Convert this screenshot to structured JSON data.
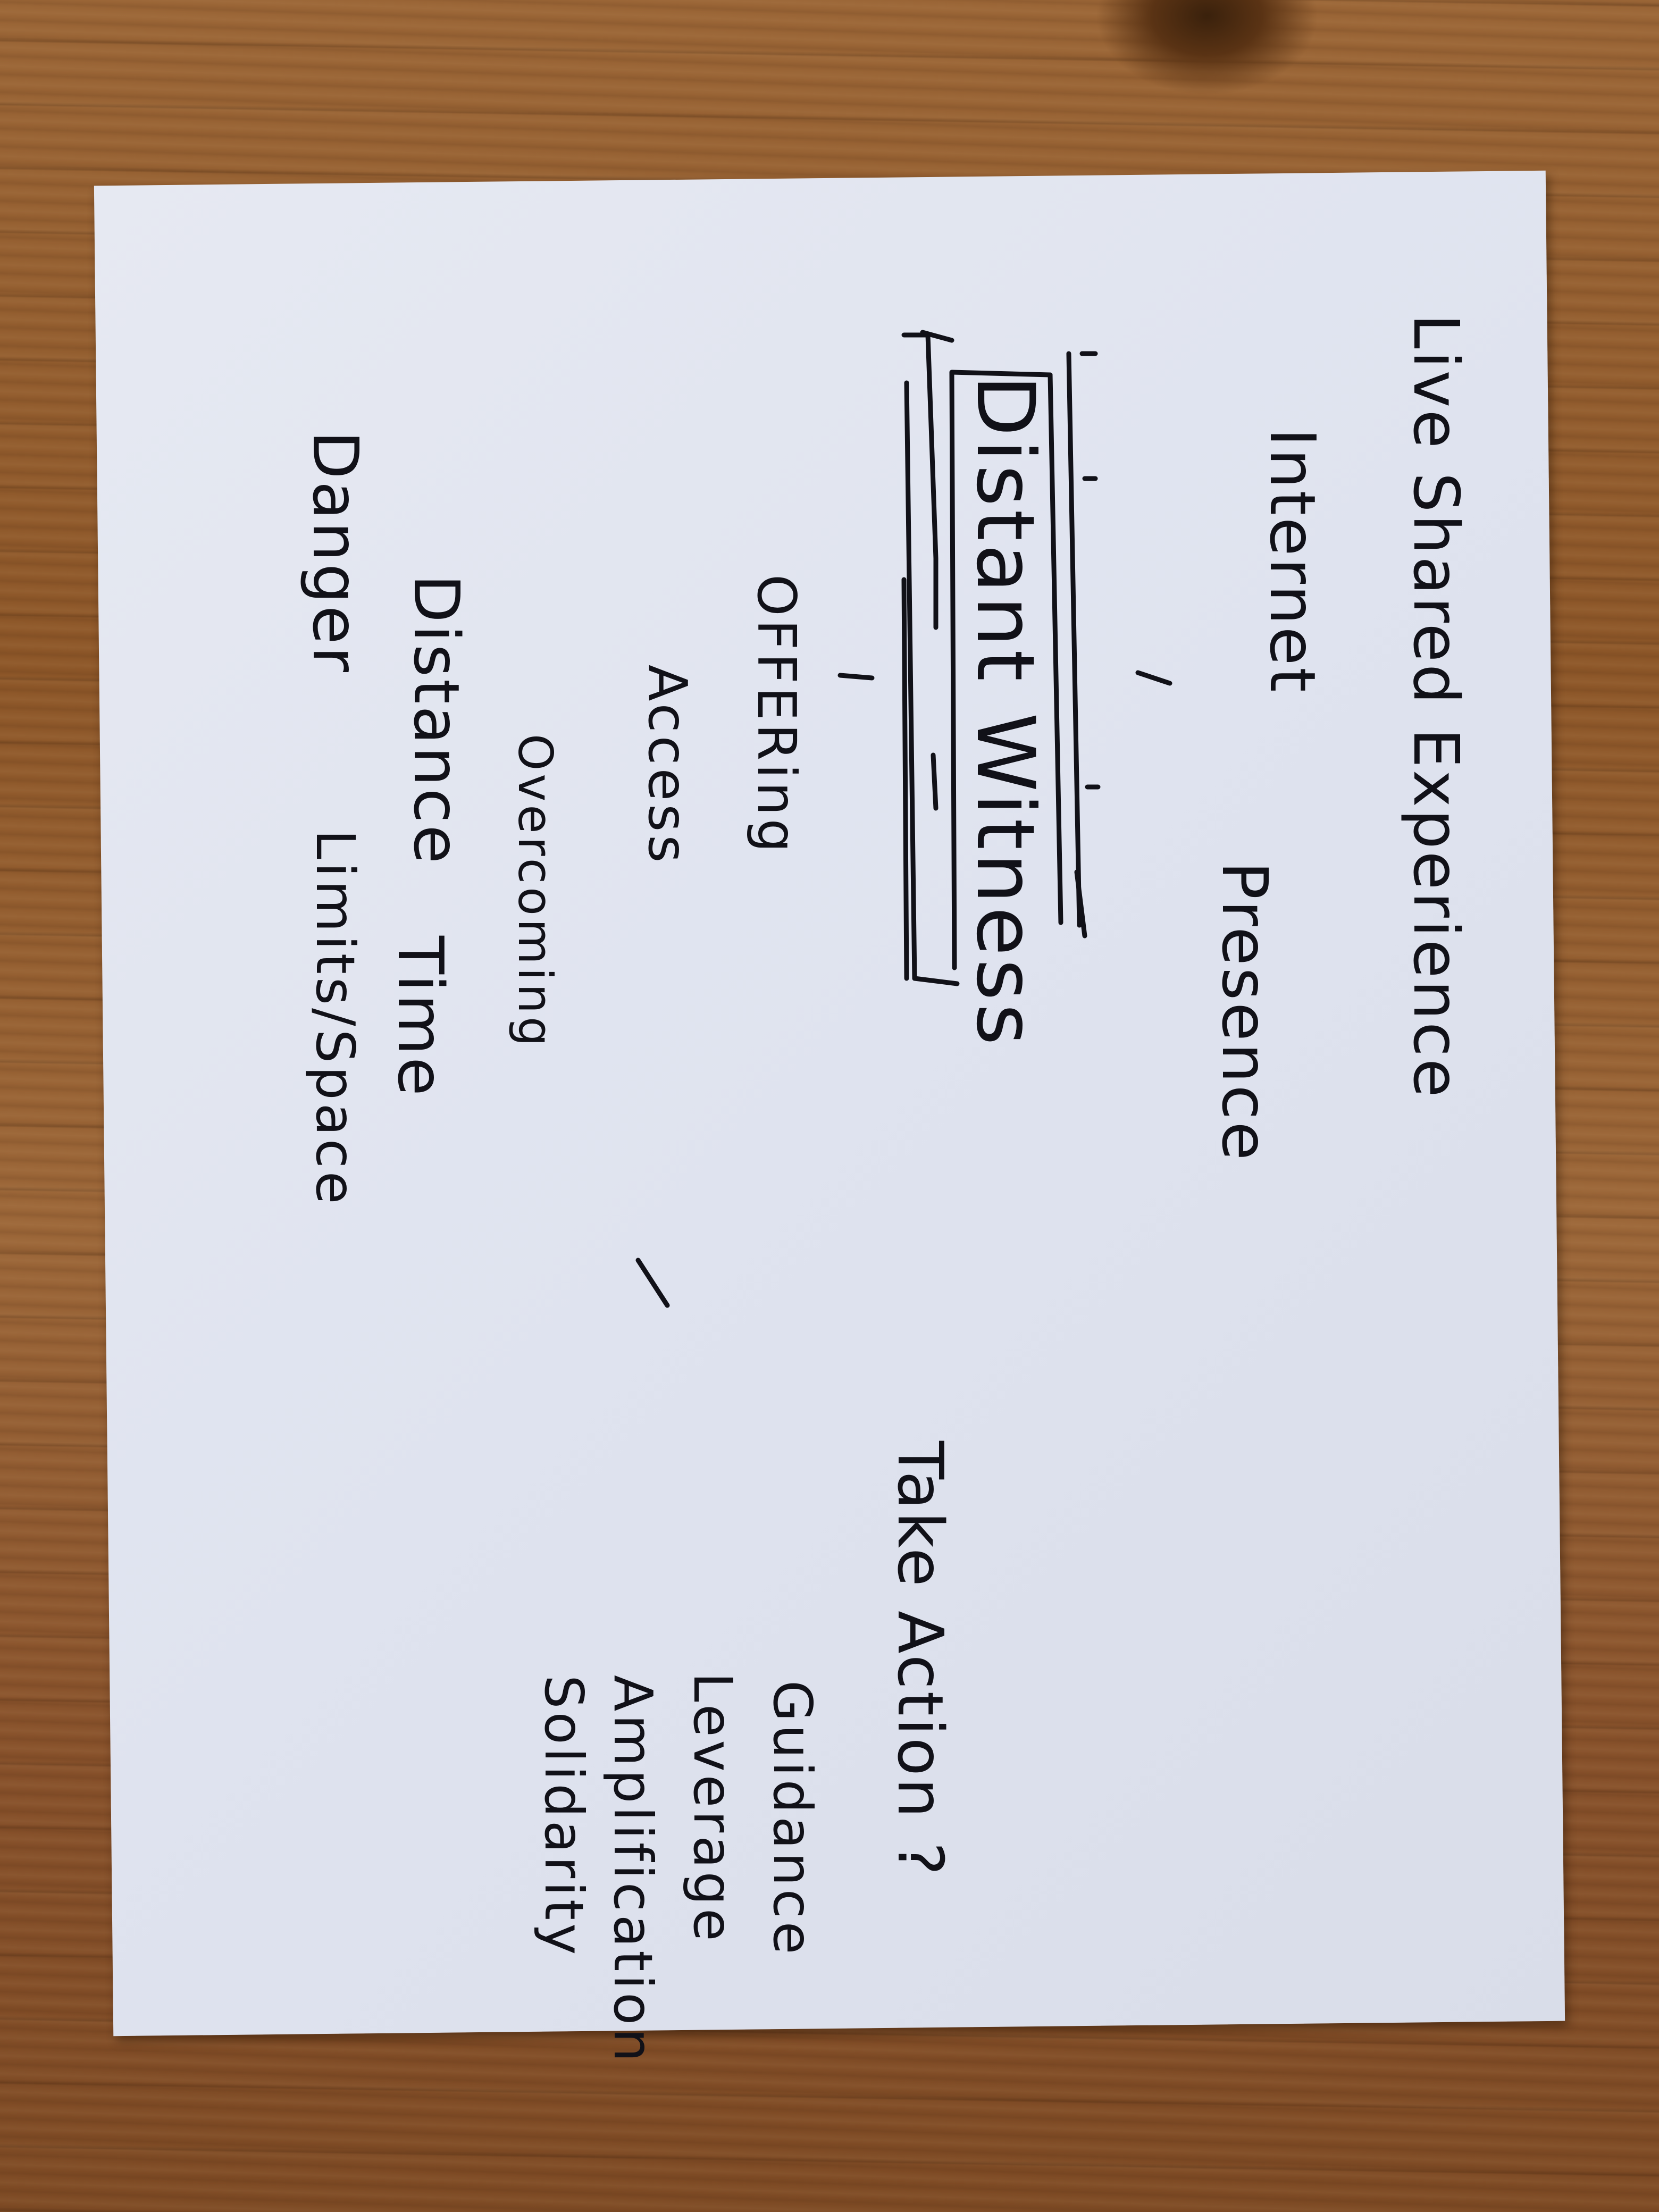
{
  "note": {
    "top_block": {
      "line1": "Live Shared Experience",
      "line2a": "Internet",
      "line2b": "Presence",
      "boxed": "Distant Witness",
      "offering": "OFFERing",
      "access": "Access",
      "overcoming": "Overcoming",
      "distance": "Distance",
      "time": "Time",
      "danger": "Danger",
      "limits": "Limits/Space"
    },
    "bottom_block": {
      "heading": "Take Action ?",
      "items": [
        "Guidance",
        "Leverage",
        "Amplification",
        "Solidarity"
      ]
    }
  },
  "colors": {
    "ink": "#111118",
    "paper": "#dfe3ef",
    "wood": "#8c5628"
  }
}
